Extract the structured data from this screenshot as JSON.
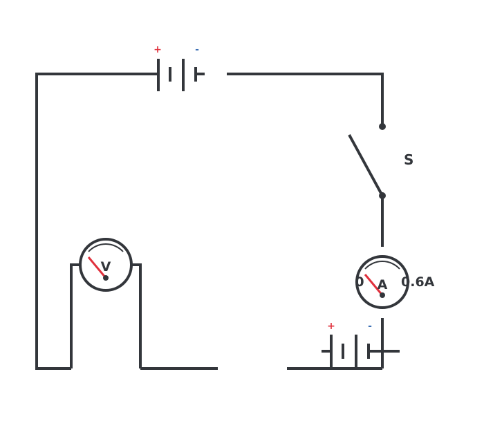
{
  "diagram": {
    "top_battery": {
      "plus_label": "+",
      "minus_label": "-"
    },
    "bottom_battery": {
      "plus_label": "+",
      "minus_label": "-"
    },
    "switch": {
      "label": "S"
    },
    "voltmeter": {
      "label": "V"
    },
    "ammeter": {
      "label": "A",
      "scale_min": "0",
      "scale_max": "0.6A"
    },
    "colors": {
      "wire": "#33363b",
      "needle": "#e0303c",
      "plus": "#e0303c",
      "minus": "#3c6fb4"
    }
  }
}
